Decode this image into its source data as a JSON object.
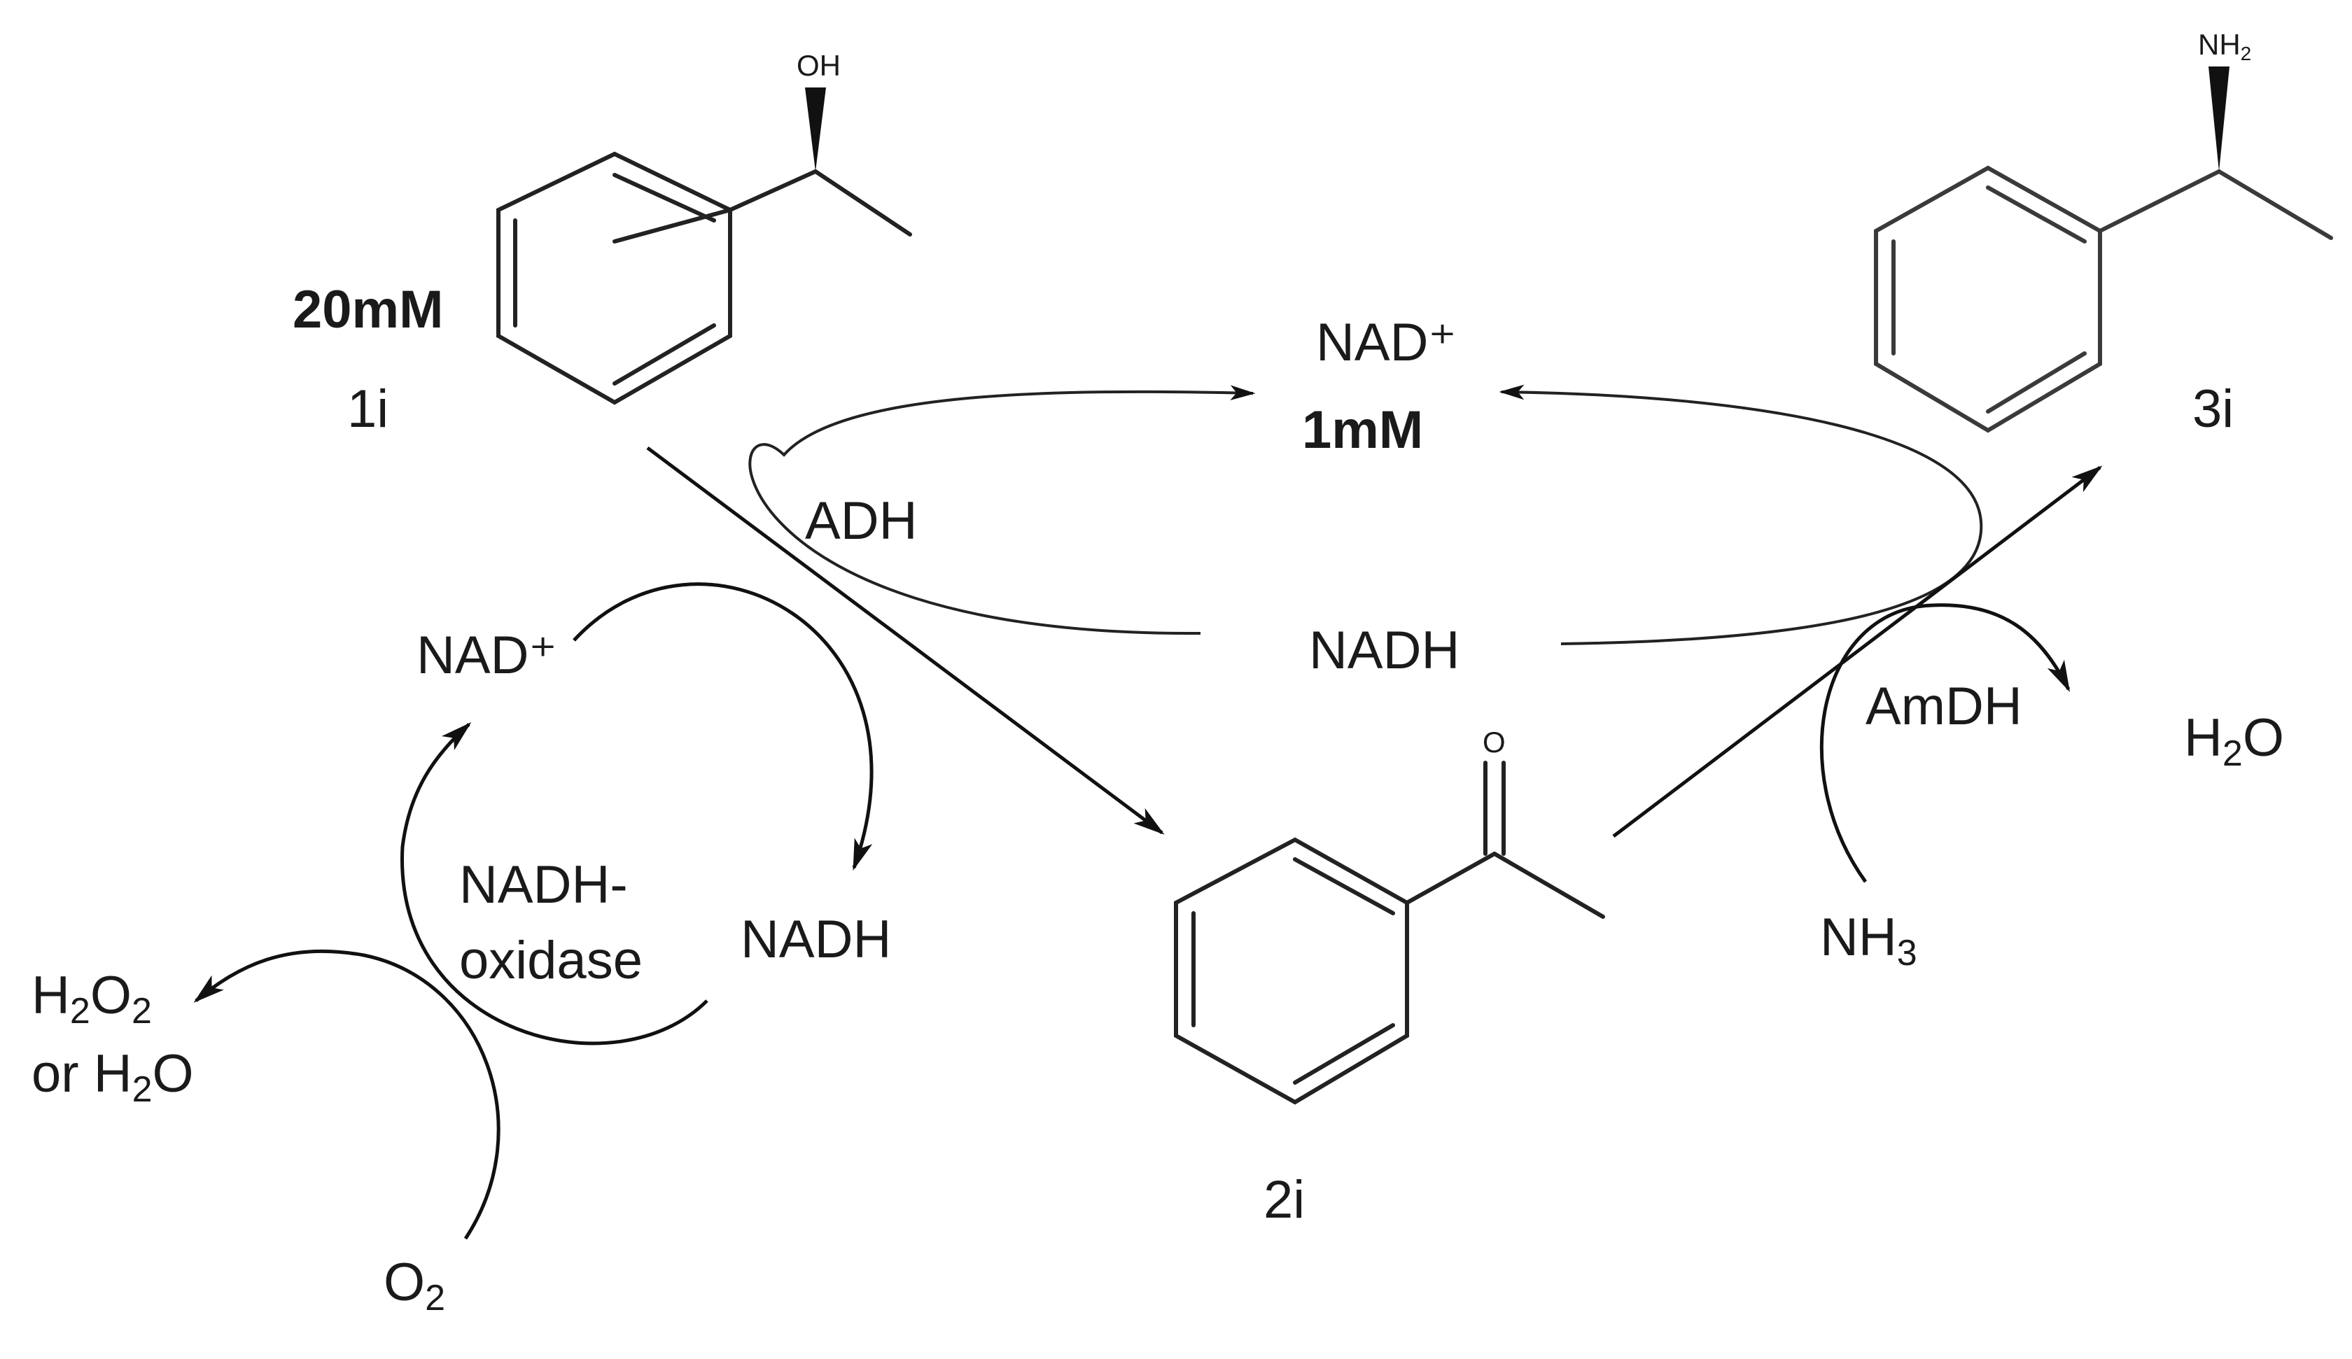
{
  "compounds": {
    "c1": {
      "id": "1i",
      "concentration": "20mM",
      "substituent": "OH"
    },
    "c2": {
      "id": "2i",
      "substituent": "O"
    },
    "c3": {
      "id": "3i",
      "substituent_main": "NH",
      "substituent_sub": "2"
    }
  },
  "cofactor_cycle": {
    "nad_oxidized": "NAD⁺",
    "concentration": "1mM",
    "nad_reduced": "NADH"
  },
  "enzymes": {
    "adh": "ADH",
    "amdh": "AmDH",
    "nadh_oxidase_line1": "NADH-",
    "nadh_oxidase_line2": "oxidase"
  },
  "regeneration_cycle": {
    "nad_oxidized": "NAD⁺",
    "nad_reduced": "NADH"
  },
  "species": {
    "h2o_main": "H",
    "h2o_sub": "2",
    "h2o_tail": "O",
    "nh3_main": "NH",
    "nh3_sub": "3",
    "o2_main": "O",
    "o2_sub": "2",
    "h2o2_a": "H",
    "h2o2_b": "2",
    "h2o2_c": "O",
    "h2o2_d": "2",
    "alt_prefix": "or H",
    "alt_sub": "2",
    "alt_tail": "O"
  }
}
